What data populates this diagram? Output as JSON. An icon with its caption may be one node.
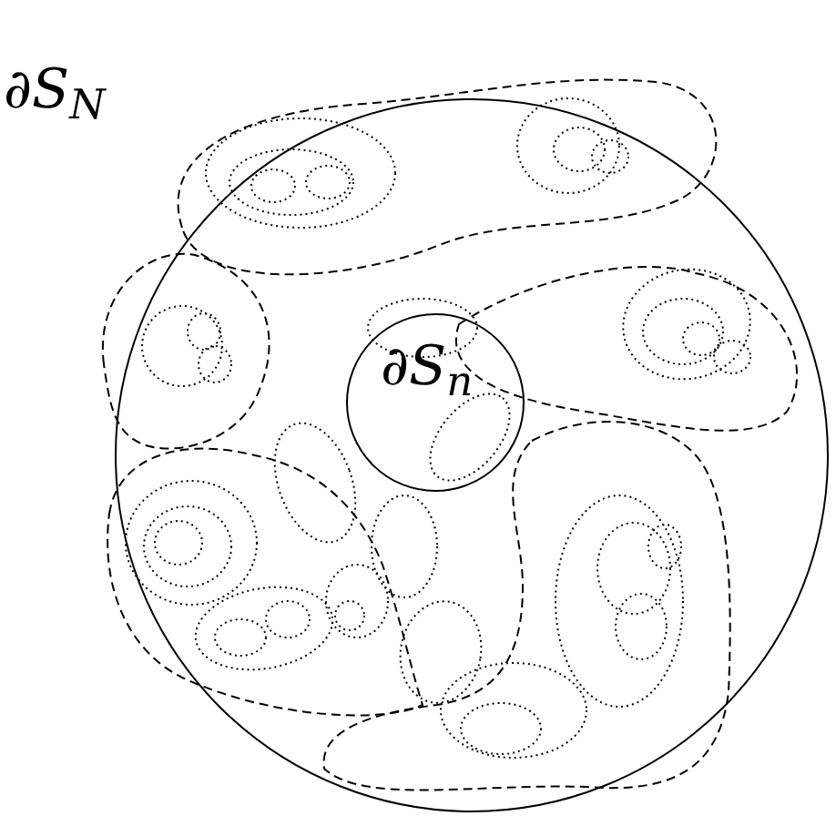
{
  "diagram": {
    "nodes": [
      {
        "text": [
          "∂S$_{N}$"
        ]
      },
      {
        "text": [
          "∂S$_{n}$"
        ],
        "in": 0
      }
    ]
  }
}
